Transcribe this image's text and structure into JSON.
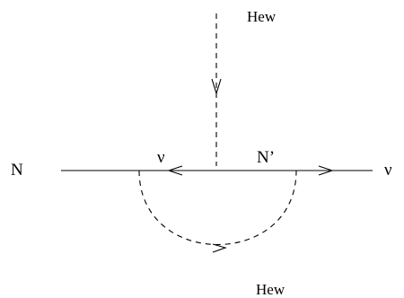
{
  "labels": {
    "top_external": "Hew",
    "left_particle": "N",
    "internal_nu": "ν",
    "internal_nprime": "N’",
    "right_particle": "ν",
    "bottom_external": "Hew"
  },
  "colors": {
    "ink": "#000000",
    "background": "#ffffff"
  }
}
